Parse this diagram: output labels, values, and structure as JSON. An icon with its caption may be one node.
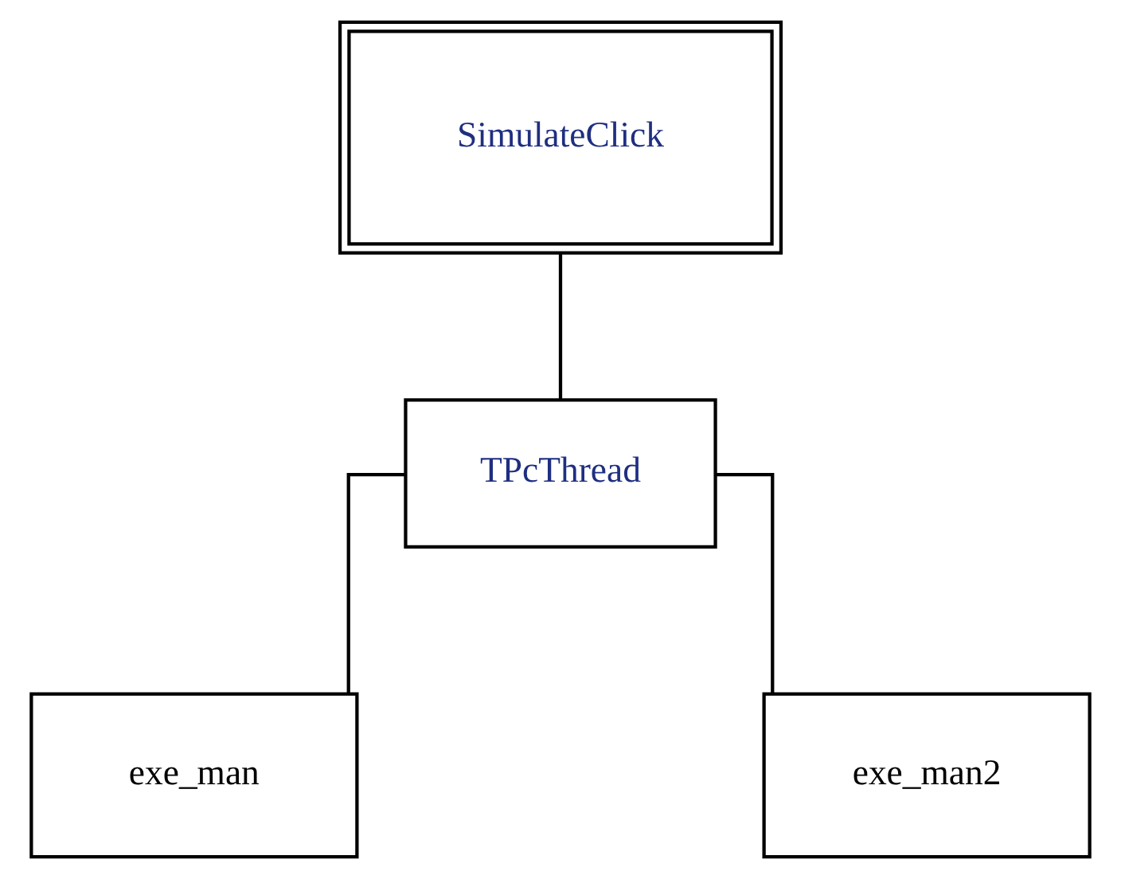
{
  "diagram": {
    "nodes": [
      {
        "text": [
          "SimulateClick"
        ]
      },
      {
        "text": [
          "TPcThread"
        ]
      },
      {
        "text": [
          "exe_man"
        ]
      },
      {
        "text": [
          "exe_man2"
        ]
      }
    ],
    "edges": [
      {
        "from": 0,
        "to": 1,
        "arrow": "none"
      },
      {
        "from": 1,
        "to": 2,
        "arrow": "none"
      },
      {
        "from": 1,
        "to": 3,
        "arrow": "none"
      }
    ]
  }
}
